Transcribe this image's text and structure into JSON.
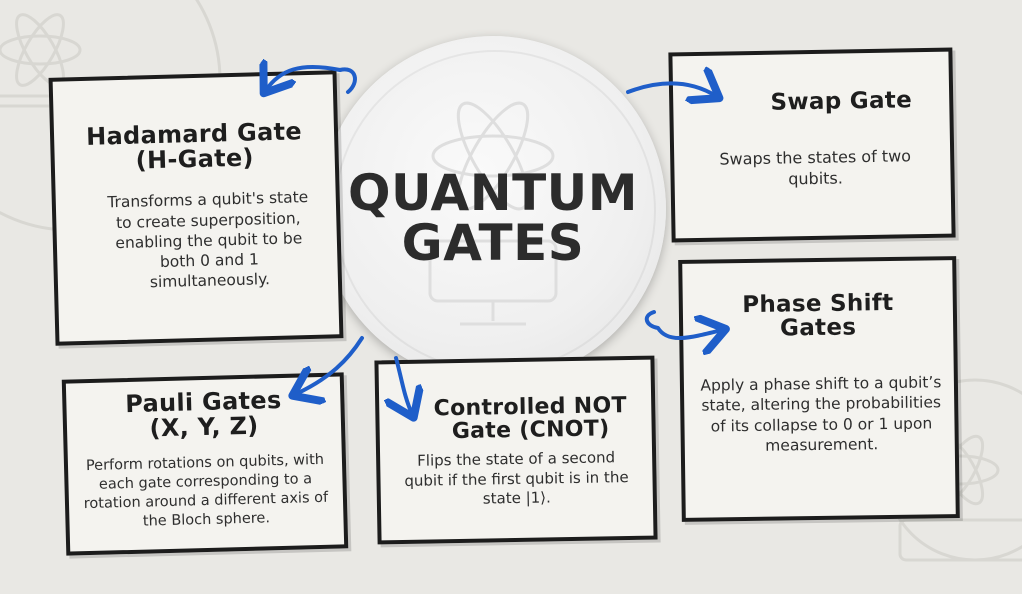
{
  "title": [
    "QUANTUM",
    "GATES"
  ],
  "colors": {
    "background": "#e9e8e4",
    "arrow": "#1f5ec9",
    "card_border": "#1c1c1c"
  },
  "cards": {
    "hadamard": {
      "title": [
        "Hadamard Gate",
        "(H-Gate)"
      ],
      "desc": "Transforms a qubit's state to create superposition, enabling the qubit to be both 0 and 1 simultaneously."
    },
    "swap": {
      "title": [
        "Swap Gate"
      ],
      "desc": "Swaps the states of two qubits."
    },
    "phase": {
      "title": [
        "Phase Shift",
        "Gates"
      ],
      "desc": "Apply a phase shift to a qubit’s state, altering the probabilities of its collapse to 0 or 1 upon measurement."
    },
    "pauli": {
      "title": [
        "Pauli Gates",
        "(X, Y, Z)"
      ],
      "desc": "Perform rotations on qubits, with each gate corresponding to a rotation around a different axis of the Bloch sphere."
    },
    "cnot": {
      "title": [
        "Controlled NOT",
        "Gate (CNOT)"
      ],
      "desc": "Flips the state of a second qubit if the first qubit is in the state |1⟩."
    }
  }
}
